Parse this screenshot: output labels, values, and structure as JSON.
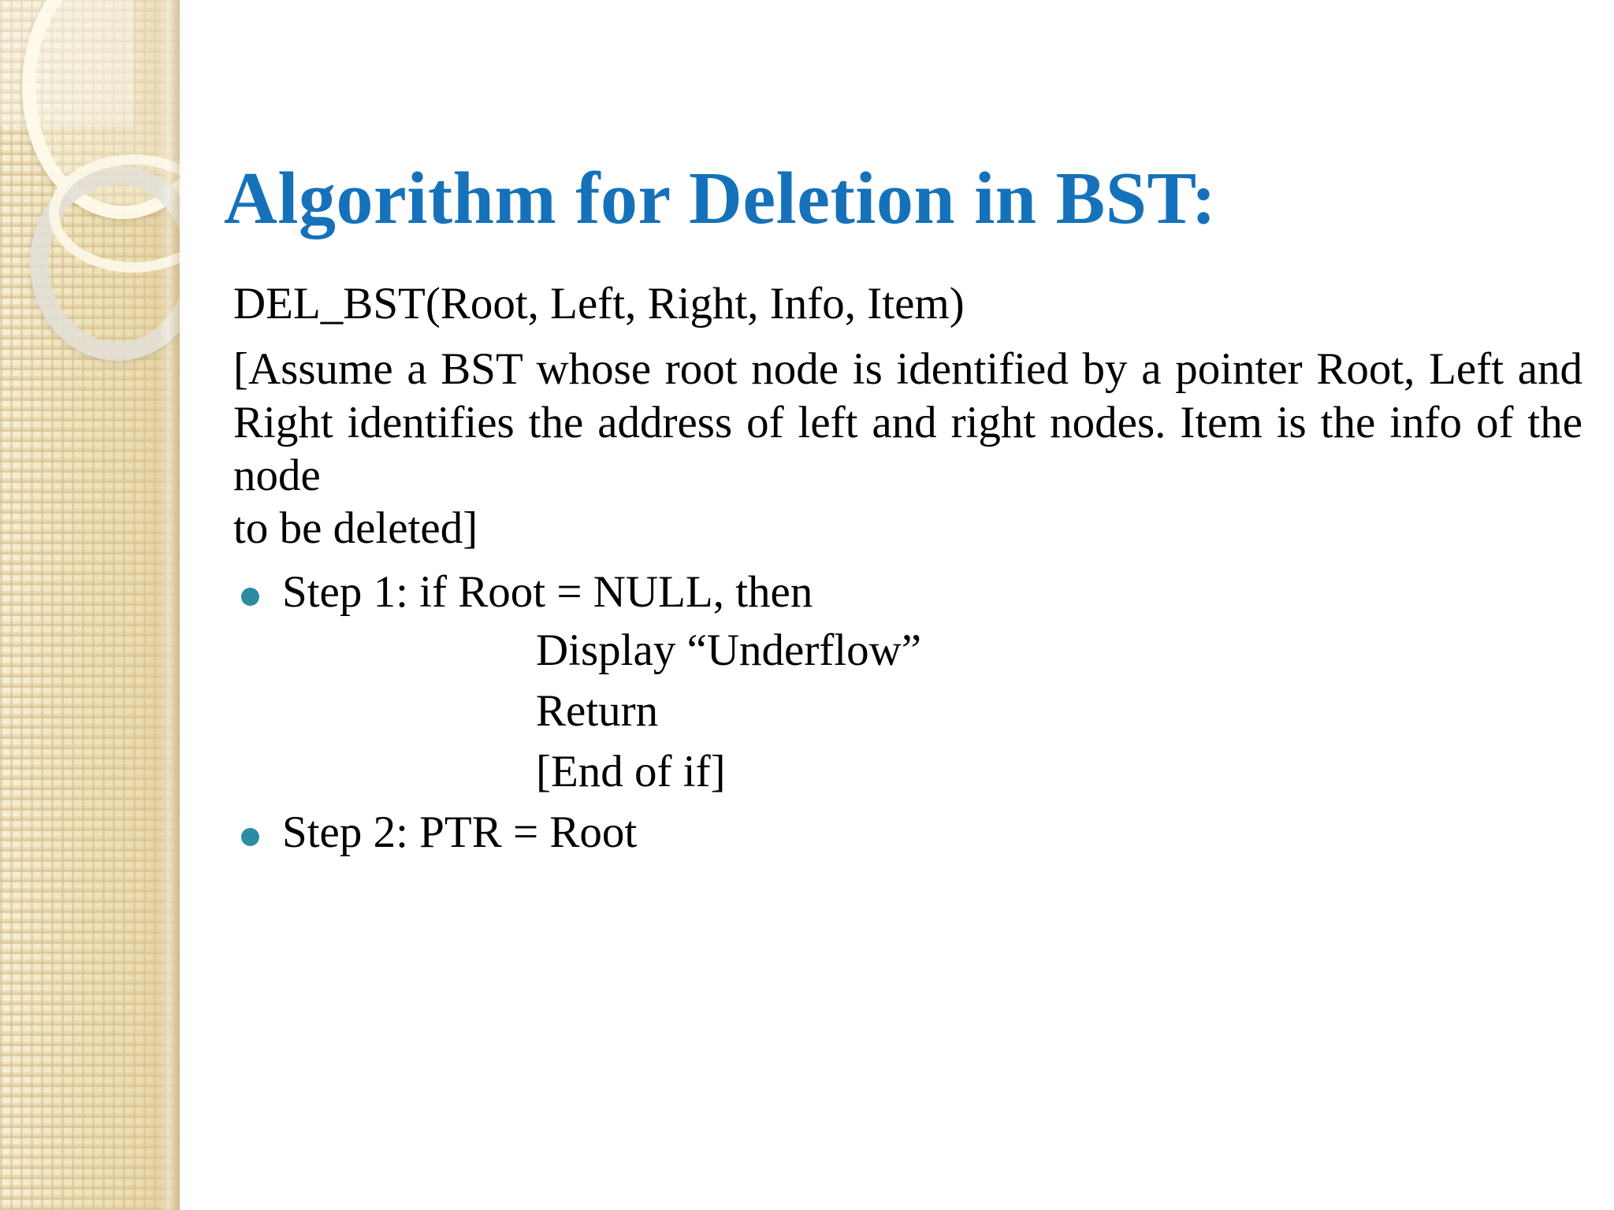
{
  "slide": {
    "title": "Algorithm for Deletion in BST:",
    "title_color": "#1572BA",
    "bullet_color": "#2B8CA3",
    "body_color": "#000000",
    "background_color": "#FFFFFF",
    "side_band_color": "#F1E4BD"
  },
  "body": {
    "signature": "DEL_BST(Root, Left, Right, Info, Item)",
    "assumption_lines": [
      "[Assume a BST whose root node is identified by a",
      "pointer Root, Left and Right identifies the address",
      "of left and right nodes. Item is the info of the node",
      "to be deleted]"
    ],
    "assumption_text": "[Assume a BST whose root node is identified by a pointer Root, Left and Right identifies the address of left and right nodes. Item is the info of the node to be deleted]"
  },
  "steps": [
    {
      "label": "Step 1: if Root = NULL, then",
      "sub_lines": [
        "Display “Underflow”",
        "Return",
        "[End of if]"
      ]
    },
    {
      "label": "Step 2: PTR = Root",
      "sub_lines": []
    }
  ]
}
